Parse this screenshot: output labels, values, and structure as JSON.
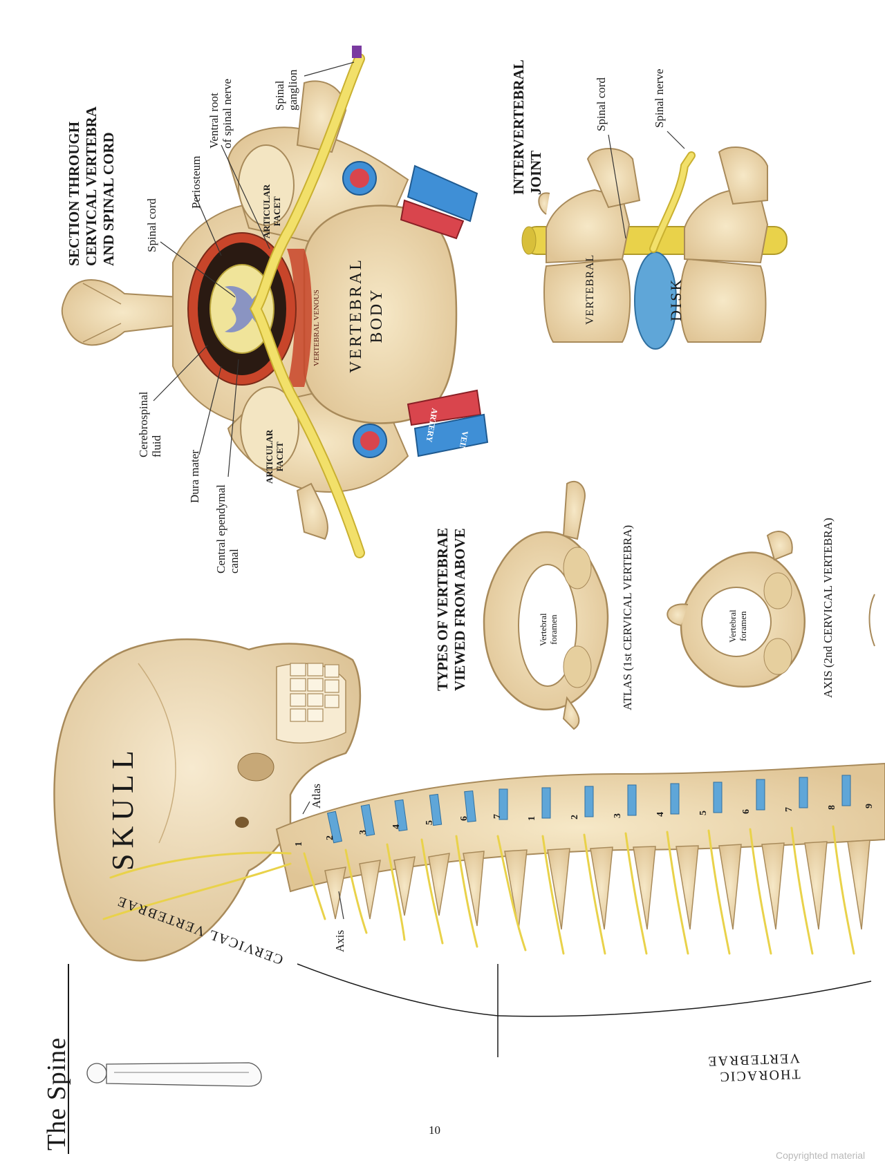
{
  "page": {
    "title": "The Spine",
    "page_number": "10",
    "watermark": "Copyrighted material"
  },
  "section_cervical": {
    "heading": [
      "SECTION THROUGH",
      "CERVICAL VERTEBRA",
      "AND SPINAL CORD"
    ],
    "labels": {
      "spinal_cord": "Spinal cord",
      "periosteum": "Periosteum",
      "ventral_root": [
        "Ventral root",
        "of spinal nerve"
      ],
      "spinal_ganglion": [
        "Spinal",
        "ganglion"
      ],
      "cerebrospinal_fluid": [
        "Cerebrospinal",
        "fluid"
      ],
      "dura_mater": "Dura mater",
      "central_ependymal_canal": [
        "Central ependymal",
        "canal"
      ],
      "articular_facet": [
        "ARTICULAR",
        "FACET"
      ],
      "vertebral_body": [
        "VERTEBRAL",
        "BODY"
      ],
      "vertebral_venous": "VERTEBRAL VENOUS",
      "artery": "ARTERY",
      "vein": "VEIN"
    }
  },
  "section_joint": {
    "heading": [
      "INTERVERTEBRAL",
      "JOINT"
    ],
    "labels": {
      "spinal_cord": "Spinal cord",
      "spinal_nerve": "Spinal nerve",
      "vertebral": "VERTEBRAL",
      "disk": "DISK"
    }
  },
  "section_types": {
    "heading": [
      "TYPES OF VERTEBRAE",
      "VIEWED FROM ABOVE"
    ],
    "atlas_caption": "ATLAS (1st CERVICAL VERTEBRA)",
    "axis_caption": "AXIS (2nd CERVICAL VERTEBRA)",
    "foramen_label": [
      "Vertebral",
      "foramen"
    ]
  },
  "spine": {
    "skull_label": "SKULL",
    "atlas_label": "Atlas",
    "axis_label": "Axis",
    "cervical_label": "CERVICAL VERTEBRAE",
    "thoracic_label": "THORACIC VERTEBRAE",
    "cervical_numbers": [
      "1",
      "2",
      "3",
      "4",
      "5",
      "6",
      "7"
    ],
    "thoracic_numbers": [
      "1",
      "2",
      "3",
      "4",
      "5",
      "6",
      "7",
      "8",
      "9"
    ]
  },
  "colors": {
    "bone": "#efdcb4",
    "bone_outline": "#a88a5a",
    "nerve": "#e9d24a",
    "disk": "#5fa6d8",
    "artery": "#d9454d",
    "vein": "#3f8fd6",
    "grey_matter": "#8a94c2",
    "white_matter": "#f0e49a",
    "dura": "#c8452a"
  }
}
